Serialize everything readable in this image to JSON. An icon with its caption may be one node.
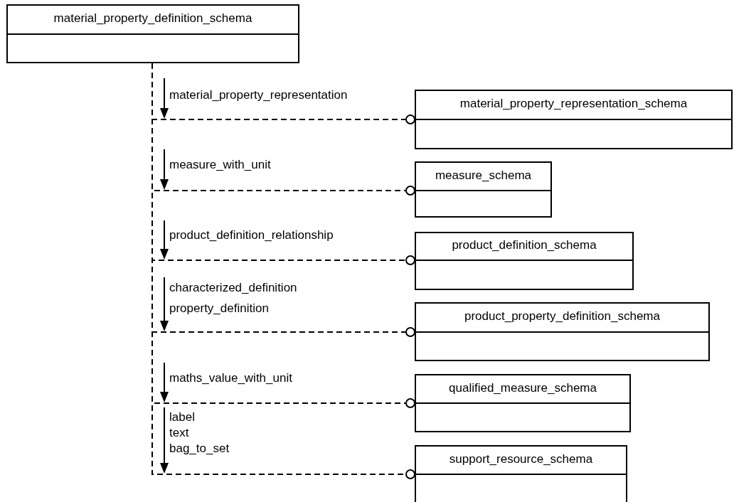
{
  "diagram": {
    "nodes": [
      {
        "text": [
          "material_property_definition_schema"
        ]
      },
      {
        "text": [
          "material_property_representation_schema"
        ]
      },
      {
        "text": [
          "measure_schema"
        ]
      },
      {
        "text": [
          "product_definition_schema"
        ]
      },
      {
        "text": [
          "product_property_definition_schema"
        ]
      },
      {
        "text": [
          "qualified_measure_schema"
        ]
      },
      {
        "text": [
          "support_resource_schema"
        ]
      }
    ],
    "edges": [
      {
        "from": 0,
        "to": 1,
        "arrow": "other",
        "style": "dashed",
        "label": "material_property_representation"
      },
      {
        "from": 0,
        "to": 2,
        "arrow": "other",
        "style": "dashed",
        "label": "measure_with_unit"
      },
      {
        "from": 0,
        "to": 3,
        "arrow": "other",
        "style": "dashed",
        "label": "product_definition_relationship"
      },
      {
        "from": 0,
        "to": 4,
        "arrow": "other",
        "style": "dashed",
        "label": "characterized_definition property_definition"
      },
      {
        "from": 0,
        "to": 5,
        "arrow": "other",
        "style": "dashed",
        "label": "maths_value_with_unit"
      },
      {
        "from": 0,
        "to": 6,
        "arrow": "other",
        "style": "dashed",
        "label": "label text bag_to_set"
      }
    ]
  }
}
